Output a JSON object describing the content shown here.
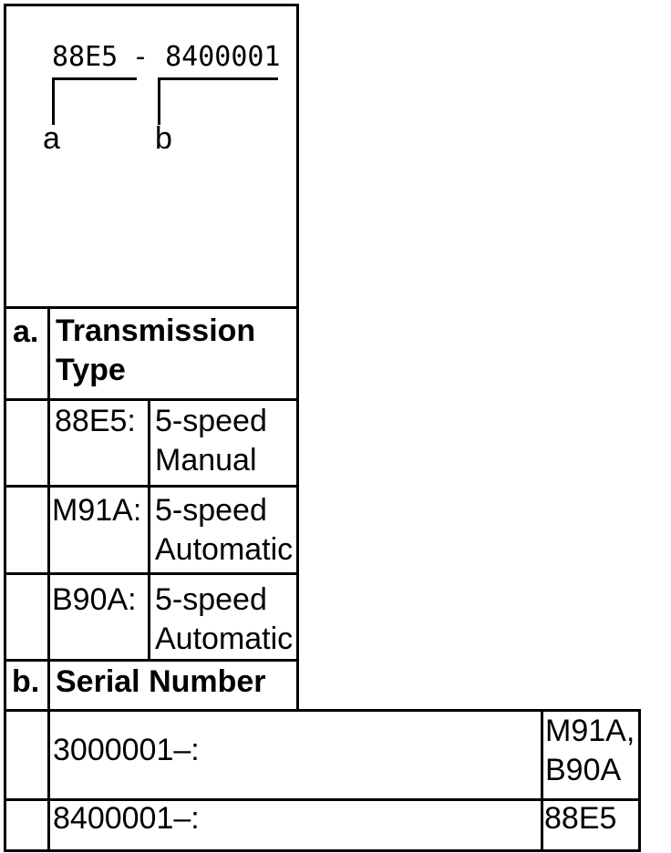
{
  "figure": {
    "code": {
      "type": "88E5",
      "serial": "- 8400001"
    },
    "callouts": {
      "a": "a",
      "b": "b"
    }
  },
  "table": {
    "section_a": {
      "key": "a.",
      "title_line1": "Transmission",
      "title_line2": "Type",
      "rows": [
        {
          "code": "88E5:",
          "desc_line1": "5-speed",
          "desc_line2": "Manual"
        },
        {
          "code": "M91A:",
          "desc_line1": "5-speed",
          "desc_line2": "Automatic"
        },
        {
          "code": "B90A:",
          "desc_line1": "5-speed",
          "desc_line2": "Automatic"
        }
      ]
    },
    "section_b": {
      "key": "b.",
      "title": "Serial Number",
      "rows": [
        {
          "range": "3000001–:",
          "models_line1": "M91A,",
          "models_line2": "B90A"
        },
        {
          "range": "8400001–:",
          "models_line1": "88E5"
        }
      ]
    }
  },
  "colors": {
    "ink": "#000000",
    "background": "#ffffff"
  }
}
